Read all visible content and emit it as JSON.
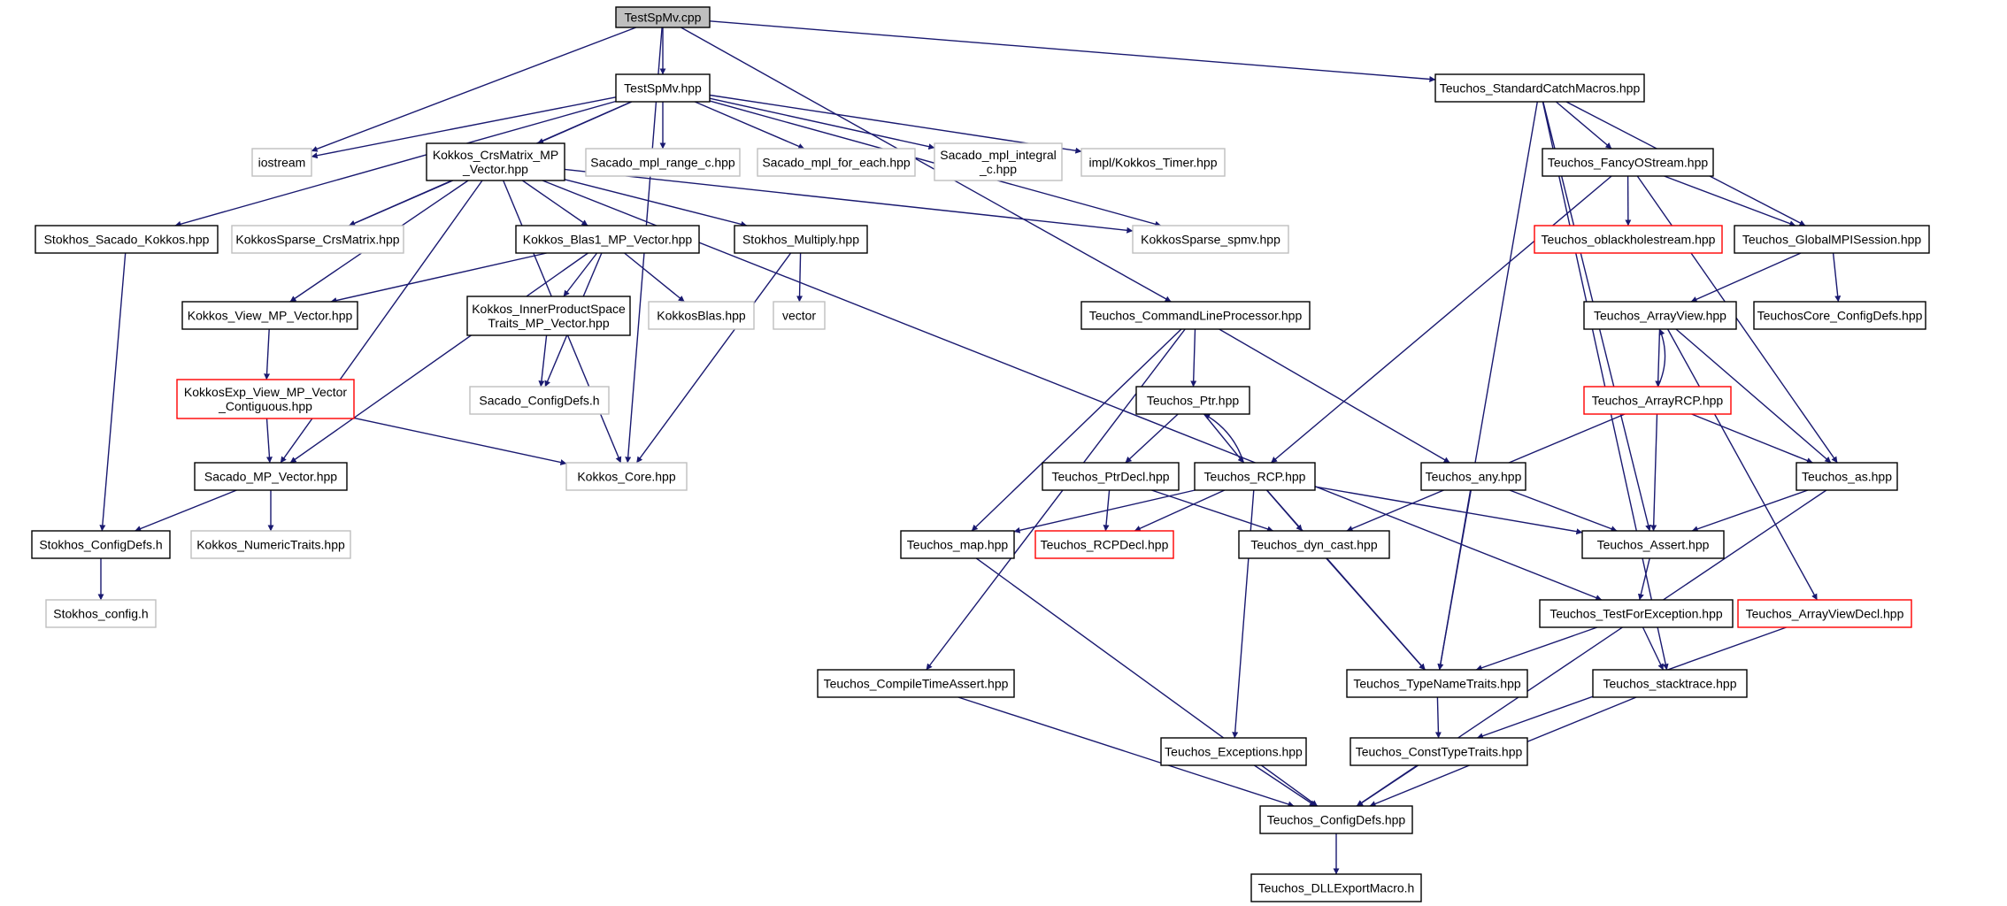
{
  "colors": {
    "edge": "#191970",
    "border_normal": "#000000",
    "border_external": "#bfbfbf",
    "border_truncated": "#ff0000",
    "fill_root": "#bfbfbf",
    "fill_default": "#ffffff",
    "text": "#000000"
  },
  "nodes": [
    {
      "id": "n0",
      "lines": [
        "TestSpMv.cpp"
      ],
      "kind": "root"
    },
    {
      "id": "n1",
      "lines": [
        "TestSpMv.hpp"
      ],
      "kind": "normal"
    },
    {
      "id": "n2",
      "lines": [
        "iostream"
      ],
      "kind": "external"
    },
    {
      "id": "n3",
      "lines": [
        "Teuchos_StandardCatchMacros.hpp"
      ],
      "kind": "normal"
    },
    {
      "id": "n4",
      "lines": [
        "Kokkos_CrsMatrix_MP",
        "_Vector.hpp"
      ],
      "kind": "normal"
    },
    {
      "id": "n5",
      "lines": [
        "Sacado_mpl_range_c.hpp"
      ],
      "kind": "external"
    },
    {
      "id": "n6",
      "lines": [
        "Sacado_mpl_for_each.hpp"
      ],
      "kind": "external"
    },
    {
      "id": "n7",
      "lines": [
        "Sacado_mpl_integral",
        "_c.hpp"
      ],
      "kind": "external"
    },
    {
      "id": "n8",
      "lines": [
        "impl/Kokkos_Timer.hpp"
      ],
      "kind": "external"
    },
    {
      "id": "n9",
      "lines": [
        "Stokhos_Sacado_Kokkos.hpp"
      ],
      "kind": "normal"
    },
    {
      "id": "n10",
      "lines": [
        "KokkosSparse_CrsMatrix.hpp"
      ],
      "kind": "external"
    },
    {
      "id": "n11",
      "lines": [
        "Kokkos_Blas1_MP_Vector.hpp"
      ],
      "kind": "normal"
    },
    {
      "id": "n12",
      "lines": [
        "Stokhos_Multiply.hpp"
      ],
      "kind": "normal"
    },
    {
      "id": "n13",
      "lines": [
        "KokkosSparse_spmv.hpp"
      ],
      "kind": "external"
    },
    {
      "id": "n14",
      "lines": [
        "Kokkos_View_MP_Vector.hpp"
      ],
      "kind": "normal"
    },
    {
      "id": "n15",
      "lines": [
        "Kokkos_InnerProductSpace",
        "Traits_MP_Vector.hpp"
      ],
      "kind": "normal"
    },
    {
      "id": "n16",
      "lines": [
        "KokkosBlas.hpp"
      ],
      "kind": "external"
    },
    {
      "id": "n17",
      "lines": [
        "vector"
      ],
      "kind": "external"
    },
    {
      "id": "n18",
      "lines": [
        "KokkosExp_View_MP_Vector",
        "_Contiguous.hpp"
      ],
      "kind": "truncated"
    },
    {
      "id": "n19",
      "lines": [
        "Sacado_ConfigDefs.h"
      ],
      "kind": "external"
    },
    {
      "id": "n20",
      "lines": [
        "Sacado_MP_Vector.hpp"
      ],
      "kind": "normal"
    },
    {
      "id": "n21",
      "lines": [
        "Kokkos_Core.hpp"
      ],
      "kind": "external"
    },
    {
      "id": "n22",
      "lines": [
        "Stokhos_ConfigDefs.h"
      ],
      "kind": "normal"
    },
    {
      "id": "n23",
      "lines": [
        "Kokkos_NumericTraits.hpp"
      ],
      "kind": "external"
    },
    {
      "id": "n24",
      "lines": [
        "Stokhos_config.h"
      ],
      "kind": "external"
    },
    {
      "id": "n25",
      "lines": [
        "Teuchos_FancyOStream.hpp"
      ],
      "kind": "normal"
    },
    {
      "id": "n26",
      "lines": [
        "Teuchos_oblackholestream.hpp"
      ],
      "kind": "truncated"
    },
    {
      "id": "n27",
      "lines": [
        "Teuchos_GlobalMPISession.hpp"
      ],
      "kind": "normal"
    },
    {
      "id": "n28",
      "lines": [
        "Teuchos_CommandLineProcessor.hpp"
      ],
      "kind": "normal"
    },
    {
      "id": "n29",
      "lines": [
        "Teuchos_ArrayView.hpp"
      ],
      "kind": "normal"
    },
    {
      "id": "n30",
      "lines": [
        "TeuchosCore_ConfigDefs.hpp"
      ],
      "kind": "normal"
    },
    {
      "id": "n31",
      "lines": [
        "Teuchos_Ptr.hpp"
      ],
      "kind": "normal"
    },
    {
      "id": "n32",
      "lines": [
        "Teuchos_ArrayRCP.hpp"
      ],
      "kind": "truncated"
    },
    {
      "id": "n33",
      "lines": [
        "Teuchos_PtrDecl.hpp"
      ],
      "kind": "normal"
    },
    {
      "id": "n34",
      "lines": [
        "Teuchos_RCP.hpp"
      ],
      "kind": "normal"
    },
    {
      "id": "n35",
      "lines": [
        "Teuchos_any.hpp"
      ],
      "kind": "normal"
    },
    {
      "id": "n36",
      "lines": [
        "Teuchos_as.hpp"
      ],
      "kind": "normal"
    },
    {
      "id": "n37",
      "lines": [
        "Teuchos_map.hpp"
      ],
      "kind": "normal"
    },
    {
      "id": "n38",
      "lines": [
        "Teuchos_RCPDecl.hpp"
      ],
      "kind": "truncated"
    },
    {
      "id": "n39",
      "lines": [
        "Teuchos_dyn_cast.hpp"
      ],
      "kind": "normal"
    },
    {
      "id": "n40",
      "lines": [
        "Teuchos_Assert.hpp"
      ],
      "kind": "normal"
    },
    {
      "id": "n41",
      "lines": [
        "Teuchos_TestForException.hpp"
      ],
      "kind": "normal"
    },
    {
      "id": "n42",
      "lines": [
        "Teuchos_ArrayViewDecl.hpp"
      ],
      "kind": "truncated"
    },
    {
      "id": "n43",
      "lines": [
        "Teuchos_CompileTimeAssert.hpp"
      ],
      "kind": "normal"
    },
    {
      "id": "n44",
      "lines": [
        "Teuchos_TypeNameTraits.hpp"
      ],
      "kind": "normal"
    },
    {
      "id": "n45",
      "lines": [
        "Teuchos_stacktrace.hpp"
      ],
      "kind": "normal"
    },
    {
      "id": "n46",
      "lines": [
        "Teuchos_Exceptions.hpp"
      ],
      "kind": "normal"
    },
    {
      "id": "n47",
      "lines": [
        "Teuchos_ConstTypeTraits.hpp"
      ],
      "kind": "normal"
    },
    {
      "id": "n48",
      "lines": [
        "Teuchos_ConfigDefs.hpp"
      ],
      "kind": "normal"
    },
    {
      "id": "n49",
      "lines": [
        "Teuchos_DLLExportMacro.h"
      ],
      "kind": "normal"
    }
  ],
  "edges": [
    {
      "from": "n0",
      "to": "n1"
    },
    {
      "from": "n0",
      "to": "n2"
    },
    {
      "from": "n0",
      "to": "n3"
    },
    {
      "from": "n0",
      "to": "n28"
    },
    {
      "from": "n0",
      "to": "n21"
    },
    {
      "from": "n1",
      "to": "n2"
    },
    {
      "from": "n1",
      "to": "n4"
    },
    {
      "from": "n1",
      "to": "n5"
    },
    {
      "from": "n1",
      "to": "n6"
    },
    {
      "from": "n1",
      "to": "n7"
    },
    {
      "from": "n1",
      "to": "n8"
    },
    {
      "from": "n1",
      "to": "n9"
    },
    {
      "from": "n1",
      "to": "n10"
    },
    {
      "from": "n1",
      "to": "n13"
    },
    {
      "from": "n4",
      "to": "n10"
    },
    {
      "from": "n4",
      "to": "n11"
    },
    {
      "from": "n4",
      "to": "n12"
    },
    {
      "from": "n4",
      "to": "n13"
    },
    {
      "from": "n4",
      "to": "n14"
    },
    {
      "from": "n4",
      "to": "n20"
    },
    {
      "from": "n4",
      "to": "n21"
    },
    {
      "from": "n4",
      "to": "n41"
    },
    {
      "from": "n11",
      "to": "n14"
    },
    {
      "from": "n11",
      "to": "n15"
    },
    {
      "from": "n11",
      "to": "n16"
    },
    {
      "from": "n11",
      "to": "n19"
    },
    {
      "from": "n11",
      "to": "n20"
    },
    {
      "from": "n12",
      "to": "n17"
    },
    {
      "from": "n12",
      "to": "n21"
    },
    {
      "from": "n14",
      "to": "n18"
    },
    {
      "from": "n15",
      "to": "n19"
    },
    {
      "from": "n18",
      "to": "n20"
    },
    {
      "from": "n18",
      "to": "n21"
    },
    {
      "from": "n20",
      "to": "n22"
    },
    {
      "from": "n20",
      "to": "n23"
    },
    {
      "from": "n9",
      "to": "n22"
    },
    {
      "from": "n22",
      "to": "n24"
    },
    {
      "from": "n3",
      "to": "n25"
    },
    {
      "from": "n3",
      "to": "n27"
    },
    {
      "from": "n3",
      "to": "n40"
    },
    {
      "from": "n3",
      "to": "n44"
    },
    {
      "from": "n3",
      "to": "n45"
    },
    {
      "from": "n25",
      "to": "n26"
    },
    {
      "from": "n25",
      "to": "n27"
    },
    {
      "from": "n25",
      "to": "n34"
    },
    {
      "from": "n25",
      "to": "n36"
    },
    {
      "from": "n27",
      "to": "n29"
    },
    {
      "from": "n27",
      "to": "n30"
    },
    {
      "from": "n29",
      "to": "n32"
    },
    {
      "from": "n29",
      "to": "n36"
    },
    {
      "from": "n29",
      "to": "n42"
    },
    {
      "from": "n32",
      "to": "n29"
    },
    {
      "from": "n32",
      "to": "n40"
    },
    {
      "from": "n32",
      "to": "n36"
    },
    {
      "from": "n32",
      "to": "n39"
    },
    {
      "from": "n28",
      "to": "n31"
    },
    {
      "from": "n28",
      "to": "n35"
    },
    {
      "from": "n28",
      "to": "n37"
    },
    {
      "from": "n28",
      "to": "n43"
    },
    {
      "from": "n31",
      "to": "n33"
    },
    {
      "from": "n31",
      "to": "n34"
    },
    {
      "from": "n34",
      "to": "n31"
    },
    {
      "from": "n33",
      "to": "n38"
    },
    {
      "from": "n33",
      "to": "n39"
    },
    {
      "from": "n34",
      "to": "n37"
    },
    {
      "from": "n34",
      "to": "n38"
    },
    {
      "from": "n34",
      "to": "n39"
    },
    {
      "from": "n34",
      "to": "n40"
    },
    {
      "from": "n34",
      "to": "n44"
    },
    {
      "from": "n34",
      "to": "n46"
    },
    {
      "from": "n35",
      "to": "n40"
    },
    {
      "from": "n35",
      "to": "n44"
    },
    {
      "from": "n36",
      "to": "n40"
    },
    {
      "from": "n36",
      "to": "n48"
    },
    {
      "from": "n37",
      "to": "n48"
    },
    {
      "from": "n39",
      "to": "n44"
    },
    {
      "from": "n40",
      "to": "n41"
    },
    {
      "from": "n41",
      "to": "n44"
    },
    {
      "from": "n41",
      "to": "n45"
    },
    {
      "from": "n42",
      "to": "n47"
    },
    {
      "from": "n43",
      "to": "n48"
    },
    {
      "from": "n44",
      "to": "n47"
    },
    {
      "from": "n45",
      "to": "n48"
    },
    {
      "from": "n46",
      "to": "n48"
    },
    {
      "from": "n47",
      "to": "n48"
    },
    {
      "from": "n48",
      "to": "n49"
    }
  ]
}
